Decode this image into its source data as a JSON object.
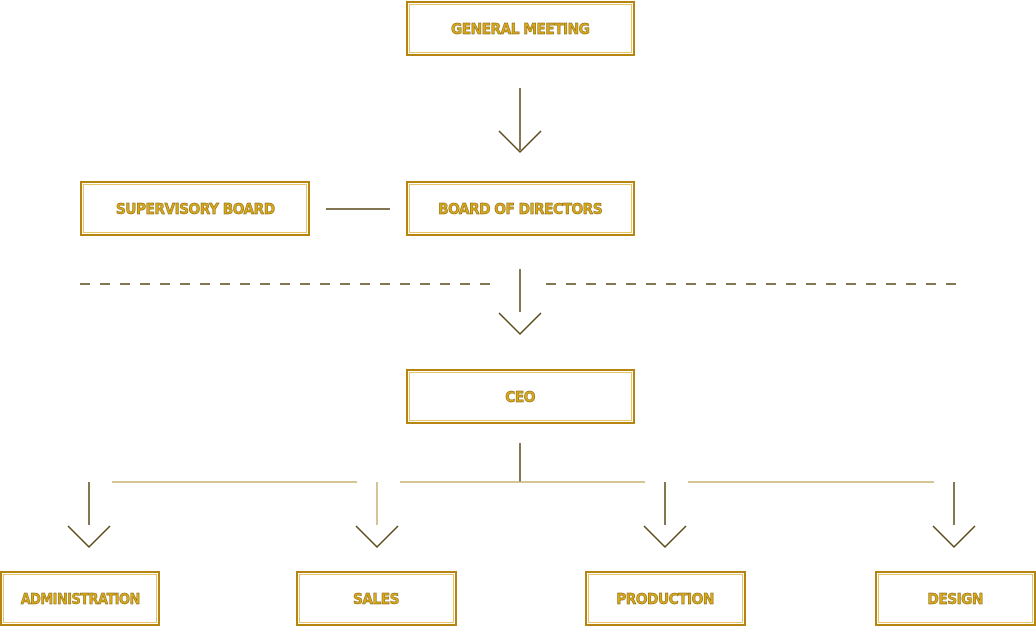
{
  "nodes": {
    "general_meeting": "GENERAL MEETING",
    "supervisory_board": "SUPERVISORY BOARD",
    "board_of_directors": "BOARD OF DIRECTORS",
    "ceo": "CEO",
    "administration": "ADMINISTRATION",
    "sales": "SALES",
    "production": "PRODUCTION",
    "design": "DESIGN"
  },
  "colors": {
    "box_border": "#b5850f",
    "label": "#d9a91c",
    "connector_dark": "#5a4a1a",
    "connector_light": "#c9b072"
  },
  "edges": [
    {
      "from": "general_meeting",
      "to": "board_of_directors",
      "style": "arrow"
    },
    {
      "from": "supervisory_board",
      "to": "board_of_directors",
      "style": "line"
    },
    {
      "from": "board_of_directors",
      "to": "ceo",
      "style": "arrow"
    },
    {
      "from": "ceo",
      "to": "administration",
      "style": "arrow"
    },
    {
      "from": "ceo",
      "to": "sales",
      "style": "arrow"
    },
    {
      "from": "ceo",
      "to": "production",
      "style": "arrow"
    },
    {
      "from": "ceo",
      "to": "design",
      "style": "arrow"
    }
  ]
}
